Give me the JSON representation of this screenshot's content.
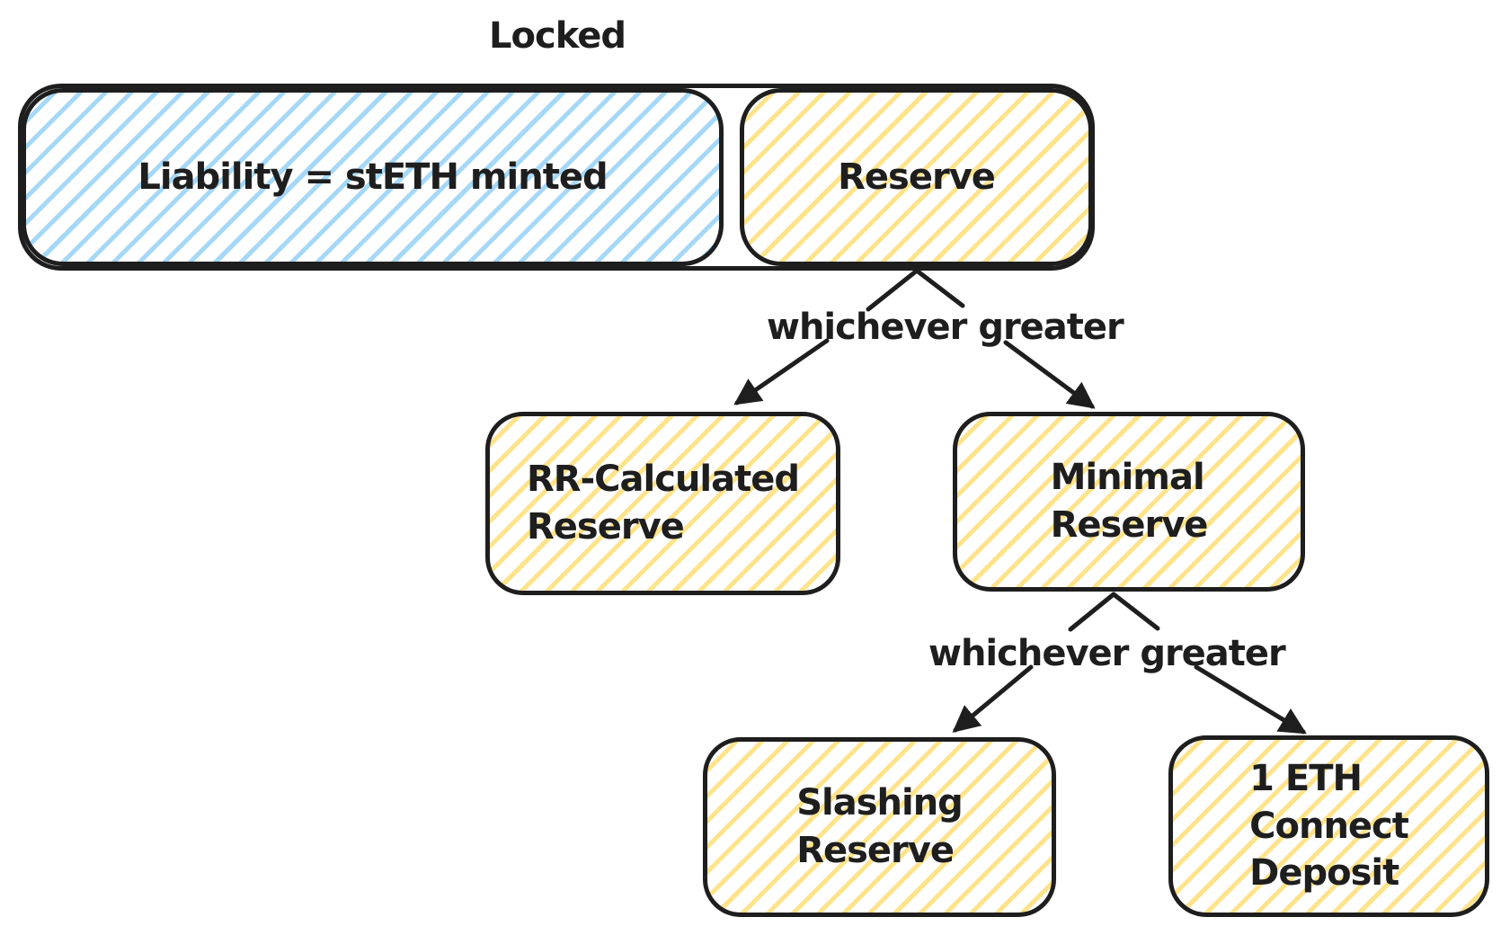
{
  "diagram": {
    "kind": "reserve-hierarchy-flowchart",
    "colors": {
      "stroke": "#1e1e1e",
      "text": "#1e1e1e",
      "blue_hatch": "#a5d8f7",
      "yellow_hatch": "#ffe38b",
      "background": "#ffffff"
    },
    "bar": {
      "title": "Locked",
      "segments": [
        {
          "id": "liability",
          "label": "Liability = stETH minted",
          "fill": "blue-hatch"
        },
        {
          "id": "reserve",
          "label": "Reserve",
          "fill": "yellow-hatch"
        }
      ]
    },
    "nodes": {
      "liability": "Liability = stETH minted",
      "reserve": "Reserve",
      "rr_calculated": "RR-Calculated\nReserve",
      "minimal": "Minimal\nReserve",
      "slashing": "Slashing\nReserve",
      "one_eth": "1 ETH\nConnect\nDeposit"
    },
    "labels": {
      "locked": "Locked",
      "branch1": "whichever greater",
      "branch2": "whichever greater"
    },
    "edges": [
      {
        "from": "Reserve",
        "label": "whichever greater",
        "to": [
          "RR-Calculated Reserve",
          "Minimal Reserve"
        ]
      },
      {
        "from": "Minimal Reserve",
        "label": "whichever greater",
        "to": [
          "Slashing Reserve",
          "1 ETH Connect Deposit"
        ]
      }
    ]
  }
}
